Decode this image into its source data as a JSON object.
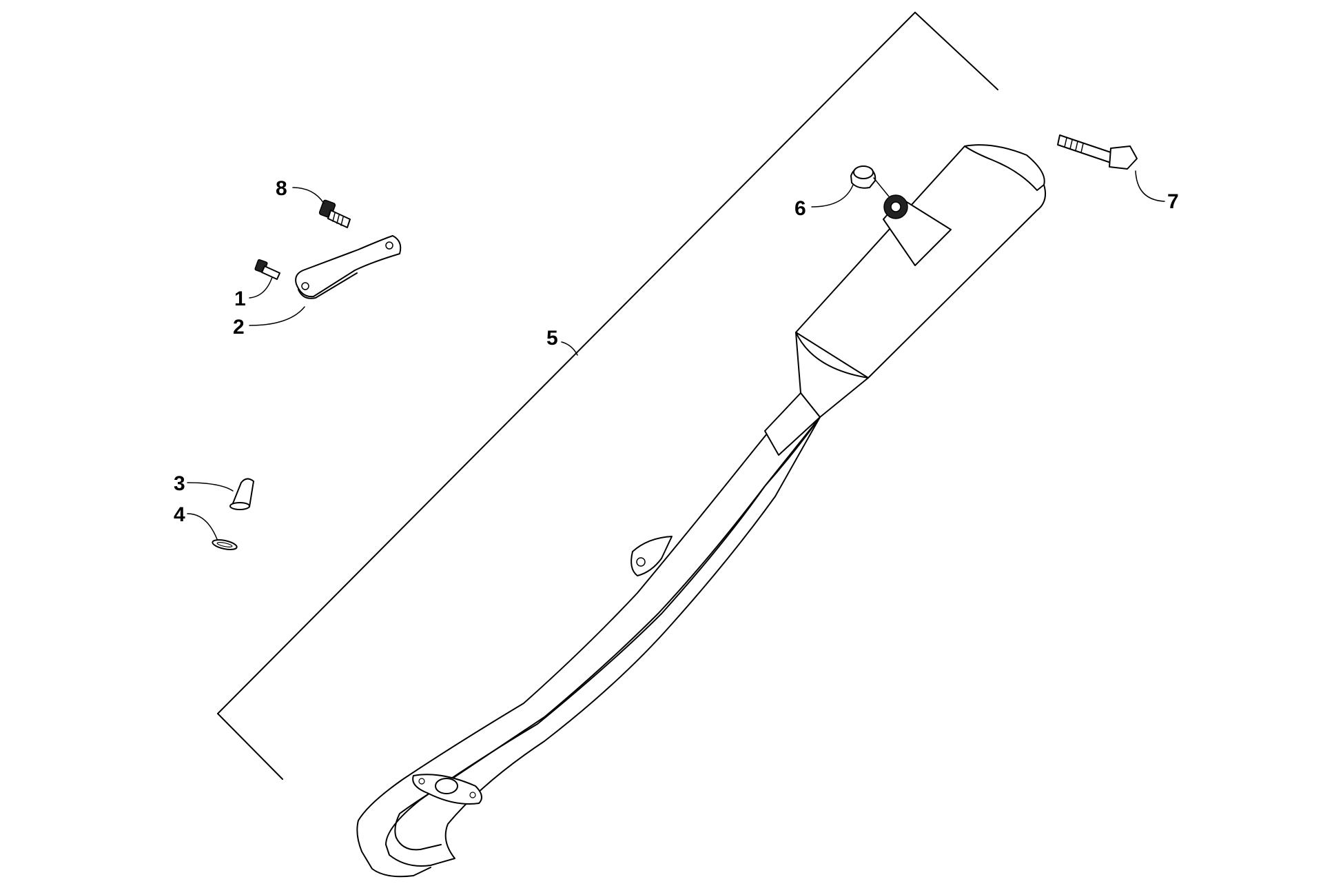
{
  "diagram": {
    "type": "exploded-parts-diagram",
    "colors": {
      "line": "#000000",
      "background": "#ffffff"
    },
    "callouts": [
      {
        "id": "1",
        "label": "1"
      },
      {
        "id": "2",
        "label": "2"
      },
      {
        "id": "3",
        "label": "3"
      },
      {
        "id": "4",
        "label": "4"
      },
      {
        "id": "5",
        "label": "5"
      },
      {
        "id": "6",
        "label": "6"
      },
      {
        "id": "7",
        "label": "7"
      },
      {
        "id": "8",
        "label": "8"
      }
    ]
  }
}
